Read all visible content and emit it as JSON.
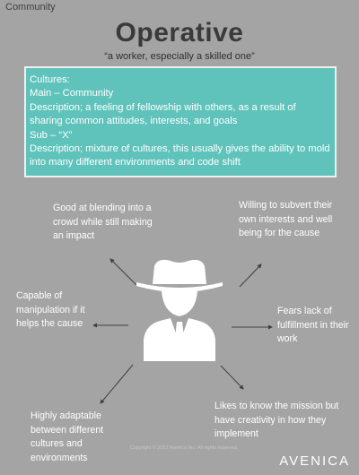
{
  "corner_label": "Community",
  "title": "Operative",
  "subtitle": "“a worker, especially a skilled one”",
  "cultures": {
    "heading": "Cultures:",
    "main_line": "Main – Community",
    "main_description": "Description; a feeling of fellowship with others, as a result of sharing common attitudes, interests, and goals",
    "sub_line": "Sub – “X”",
    "sub_description": "Description; mixture of cultures, this usually gives the ability to mold into many different environments and code shift"
  },
  "traits": [
    "Good at blending into a crowd while still making an impact",
    "Willing to subvert their own interests and well being for the cause",
    "Capable of manipulation if it helps the cause",
    "Fears lack of fulfillment in their work",
    "Likes to know the mission but have creativity in how they implement",
    "Highly adaptable between different cultures and environments"
  ],
  "copyright": "Copyright © 2022 Avenica Inc. All rights reserved.",
  "brand": "AVENICA",
  "colors": {
    "background": "#a4a4a4",
    "box": "#5fc3bb",
    "icon": "#ffffff",
    "text": "#ffffff"
  },
  "icons": {
    "central": "secret-agent-icon"
  }
}
